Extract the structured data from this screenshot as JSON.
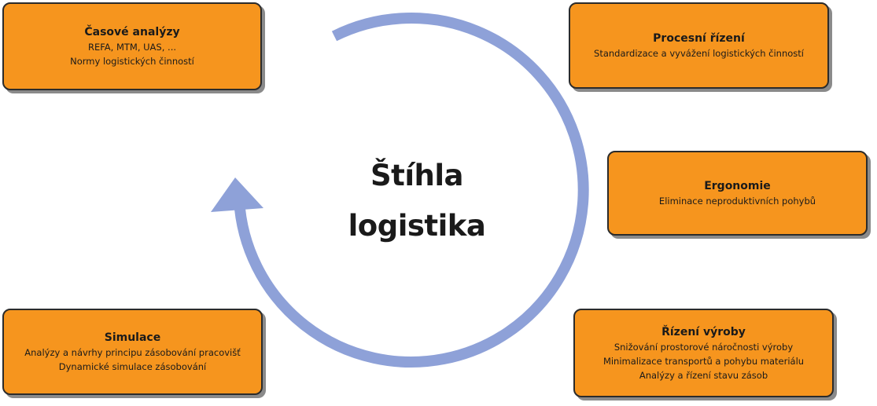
{
  "center": {
    "line1": "Štíhla",
    "line2": "logistika"
  },
  "colors": {
    "box_fill": "#f6951e",
    "box_border": "#2b2b2b",
    "arrow": "#8ea1d8"
  },
  "boxes": {
    "casove": {
      "title": "Časové analýzy",
      "lines": [
        "REFA, MTM, UAS, ...",
        "Normy logistických činností"
      ]
    },
    "procesni": {
      "title": "Procesní řízení",
      "lines": [
        "Standardizace a vyvážení logistických činností"
      ]
    },
    "ergonomie": {
      "title": "Ergonomie",
      "lines": [
        "Eliminace neproduktivních pohybů"
      ]
    },
    "simulace": {
      "title": "Simulace",
      "lines": [
        "Analýzy a návrhy principu zásobování pracovišť",
        "Dynamické simulace zásobování"
      ]
    },
    "rizeni": {
      "title": "Řízení výroby",
      "lines": [
        "Snižování prostorové náročnosti výroby",
        "Minimalizace transportů a pohybu materiálu",
        "Analýzy a řízení stavu zásob"
      ]
    }
  }
}
